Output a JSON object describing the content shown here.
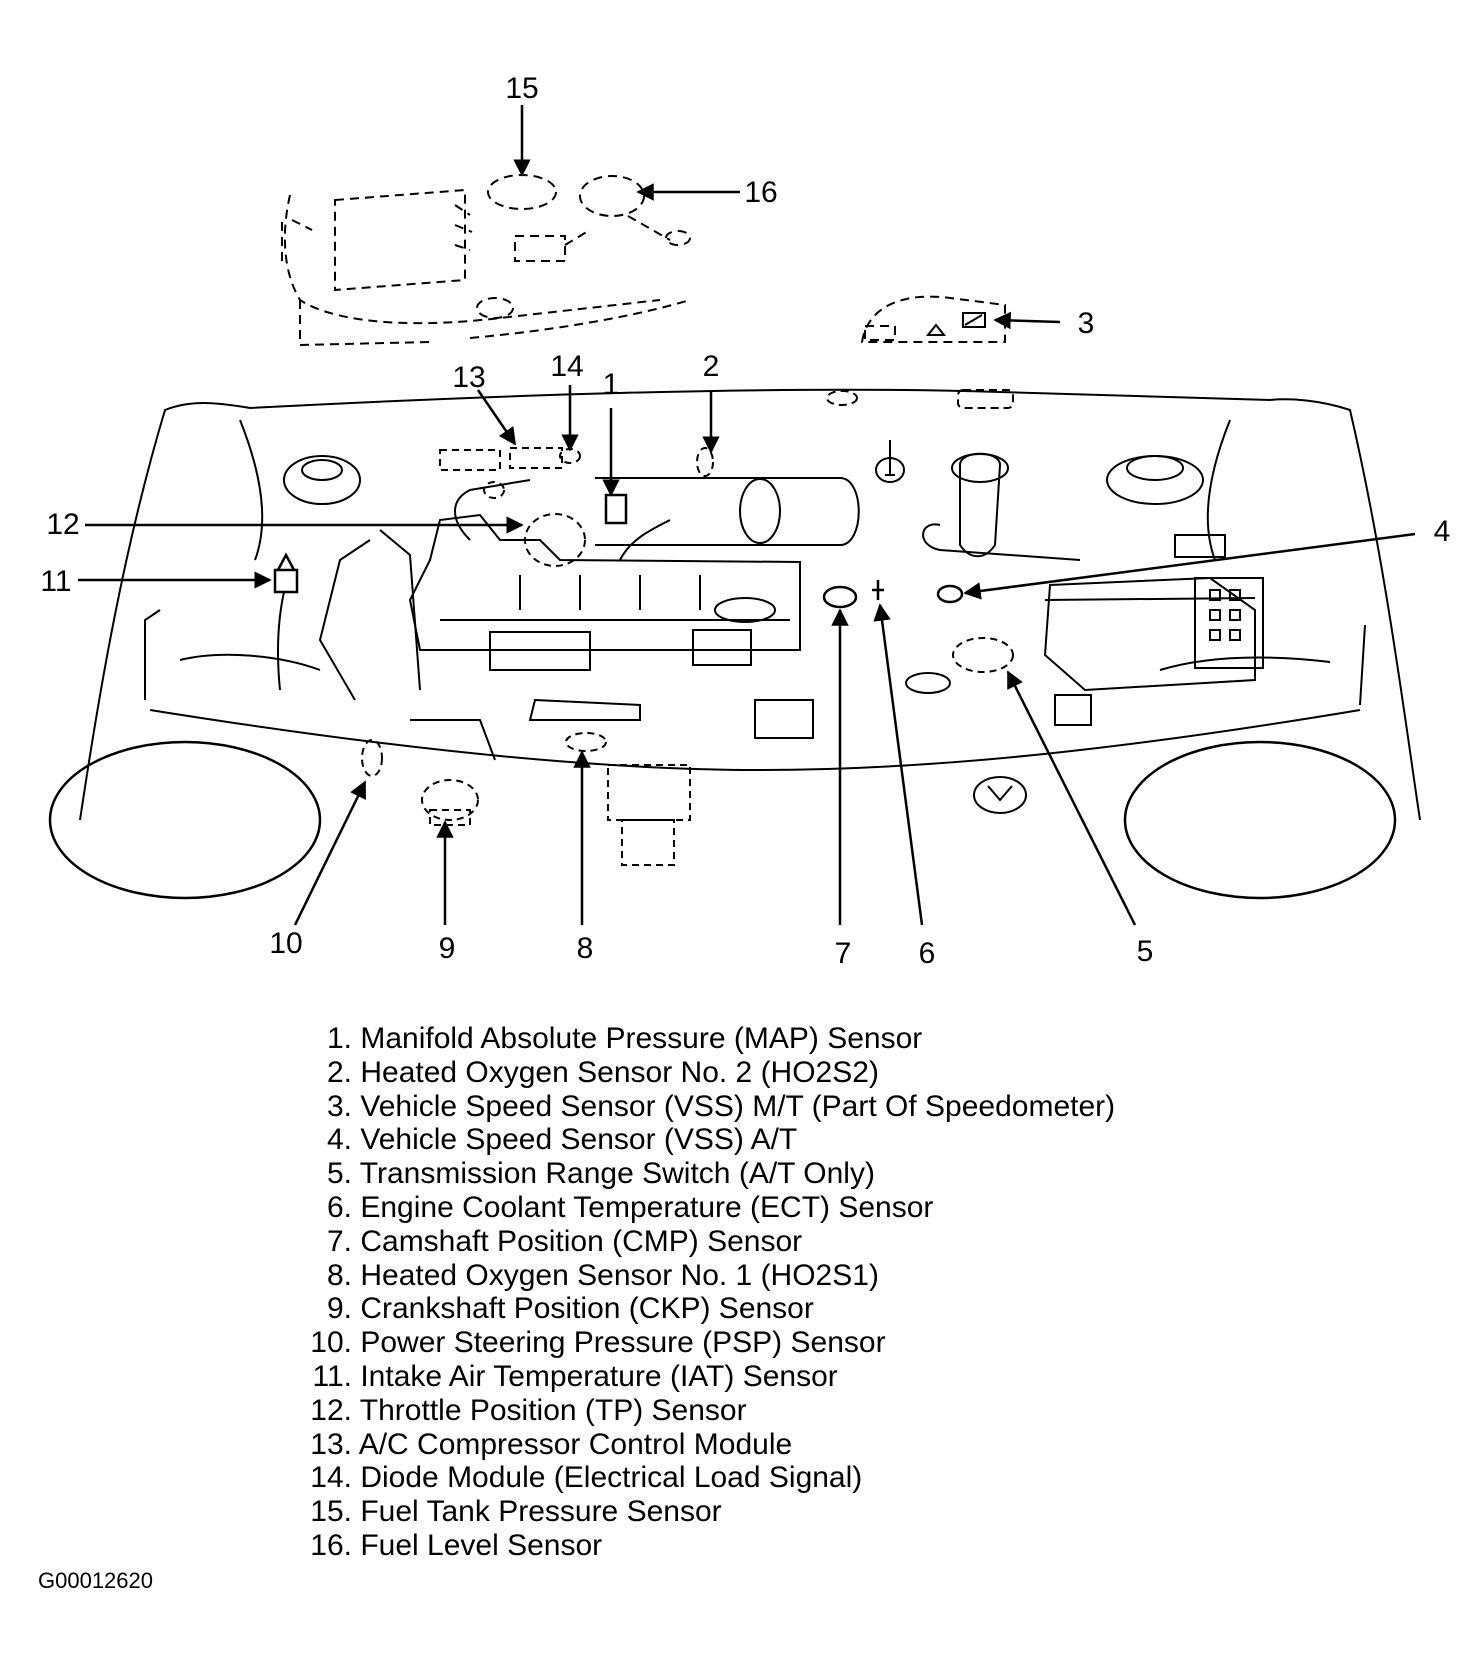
{
  "callouts": [
    "1",
    "2",
    "3",
    "4",
    "5",
    "6",
    "7",
    "8",
    "9",
    "10",
    "11",
    "12",
    "13",
    "14",
    "15",
    "16"
  ],
  "legend": [
    {
      "num": "1.",
      "text": "Manifold Absolute Pressure (MAP) Sensor"
    },
    {
      "num": "2.",
      "text": "Heated Oxygen Sensor No. 2 (HO2S2)"
    },
    {
      "num": "3.",
      "text": "Vehicle Speed Sensor (VSS) M/T (Part Of Speedometer)"
    },
    {
      "num": "4.",
      "text": "Vehicle Speed Sensor (VSS) A/T"
    },
    {
      "num": "5.",
      "text": "Transmission Range Switch (A/T Only)"
    },
    {
      "num": "6.",
      "text": "Engine Coolant Temperature (ECT) Sensor"
    },
    {
      "num": "7.",
      "text": "Camshaft Position (CMP) Sensor"
    },
    {
      "num": "8.",
      "text": "Heated Oxygen Sensor No. 1 (HO2S1)"
    },
    {
      "num": "9.",
      "text": "Crankshaft Position (CKP) Sensor"
    },
    {
      "num": "10.",
      "text": "Power Steering Pressure (PSP) Sensor"
    },
    {
      "num": "11.",
      "text": "Intake Air Temperature (IAT) Sensor"
    },
    {
      "num": "12.",
      "text": "Throttle Position (TP) Sensor"
    },
    {
      "num": "13.",
      "text": "A/C Compressor Control Module"
    },
    {
      "num": "14.",
      "text": "Diode Module (Electrical Load Signal)"
    },
    {
      "num": "15.",
      "text": "Fuel Tank Pressure Sensor"
    },
    {
      "num": "16.",
      "text": "Fuel Level Sensor"
    }
  ],
  "figure_id": "G00012620"
}
